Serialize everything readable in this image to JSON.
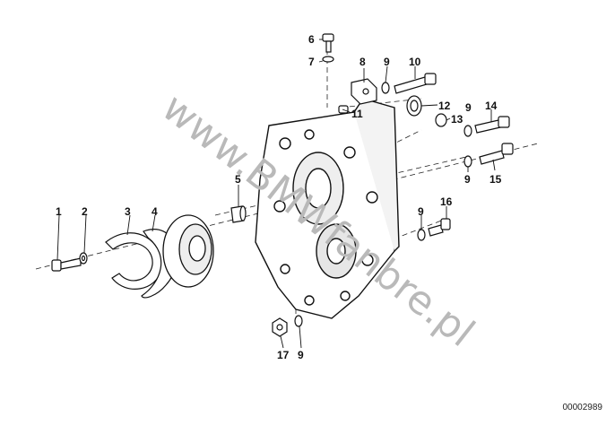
{
  "diagram": {
    "callouts": [
      "1",
      "2",
      "3",
      "4",
      "5",
      "6",
      "7",
      "8",
      "9",
      "10",
      "11",
      "12",
      "13",
      "14",
      "15",
      "16",
      "17"
    ],
    "watermark": "www.BMWfanbre.pl",
    "drawing_code": "00002989"
  }
}
